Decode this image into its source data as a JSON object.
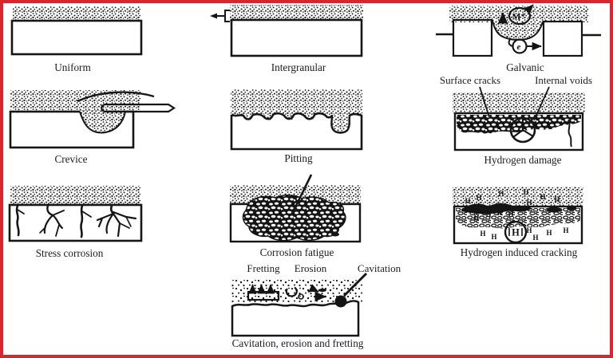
{
  "frame": {
    "border_color": "#d9262e",
    "background": "#ffffff"
  },
  "panels": {
    "uniform": {
      "label": "Uniform"
    },
    "intergranular": {
      "label": "Intergranular"
    },
    "galvanic": {
      "label": "Galvanic",
      "metal_ion_symbol": "M⁺",
      "electron_symbol": "e"
    },
    "crevice": {
      "label": "Crevice"
    },
    "pitting": {
      "label": "Pitting"
    },
    "hydrogen_damage": {
      "label": "Hydrogen damage",
      "surface_cracks_label": "Surface cracks",
      "internal_voids_label": "Internal voids"
    },
    "stress_corrosion": {
      "label": "Stress corrosion"
    },
    "corrosion_fatigue": {
      "label": "Corrosion fatigue"
    },
    "hydrogen_induced_cracking": {
      "label": "Hydrogen induced cracking",
      "atom_symbol": "H"
    },
    "cavitation_erosion_fretting": {
      "label": "Cavitation, erosion and fretting",
      "fretting_label": "Fretting",
      "erosion_label": "Erosion",
      "cavitation_label": "Cavitation"
    }
  }
}
